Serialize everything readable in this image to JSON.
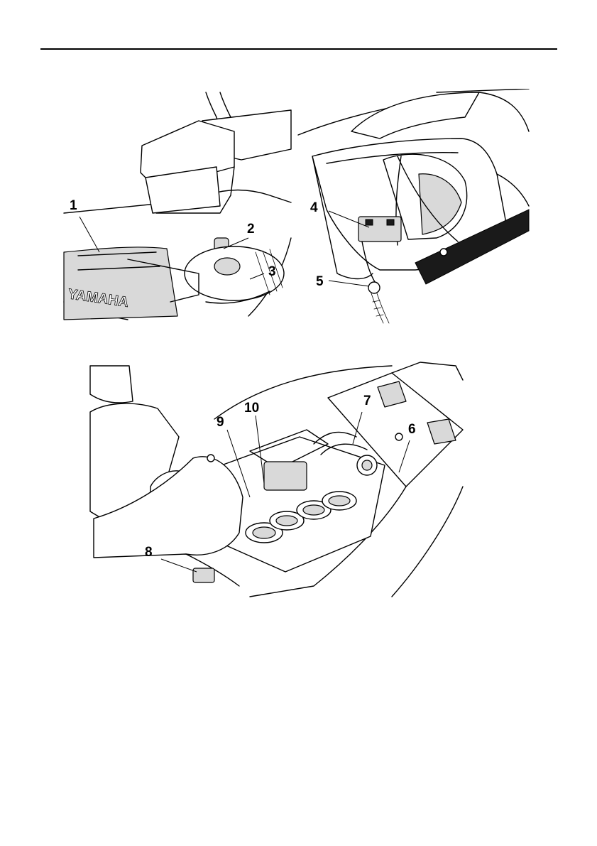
{
  "figures": [
    {
      "id": "top-left",
      "callouts": [
        "1",
        "2",
        "3"
      ],
      "stamped_text": "YAMAHA"
    },
    {
      "id": "top-right",
      "callouts": [
        "4",
        "5"
      ]
    },
    {
      "id": "bottom",
      "callouts": [
        "6",
        "7",
        "8",
        "9",
        "10"
      ]
    }
  ]
}
